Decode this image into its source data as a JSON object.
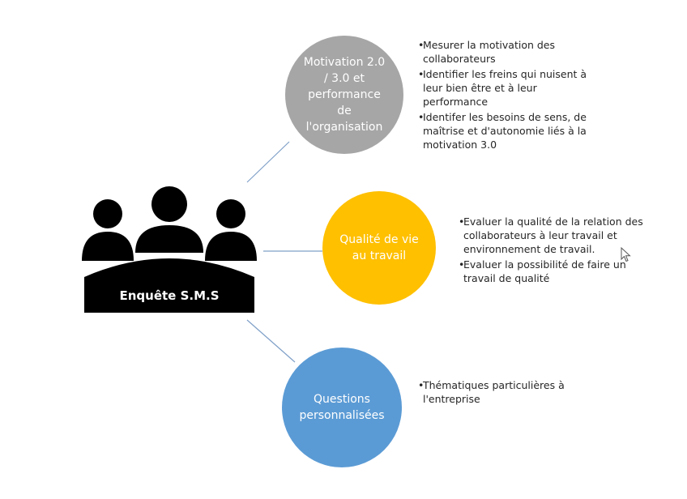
{
  "center": {
    "label": "Enquête S.M.S",
    "icon": "meeting-group-icon"
  },
  "colors": {
    "motivation": "#a6a6a6",
    "qualite": "#ffc000",
    "questions": "#5b9bd5",
    "connector": "#7fa0c8",
    "icon": "#000000"
  },
  "nodes": [
    {
      "label": "Motivation 2.0\n/ 3.0  et\nperformance\nde\nl'organisation",
      "bullets": [
        "Mesurer la motivation des collaborateurs",
        "Identifier les freins qui nuisent à leur bien être et à leur performance",
        "Identifer les besoins de sens, de maîtrise et d'autonomie liés à la motivation 3.0"
      ]
    },
    {
      "label": "Qualité de vie\nau travail",
      "bullets": [
        "Evaluer la qualité de la relation des collaborateurs à leur travail et environnement de travail.",
        "Evaluer la possibilité de faire un travail de qualité"
      ]
    },
    {
      "label": "Questions\npersonnalisées",
      "bullets": [
        "Thématiques particulières à l'entreprise"
      ]
    }
  ]
}
